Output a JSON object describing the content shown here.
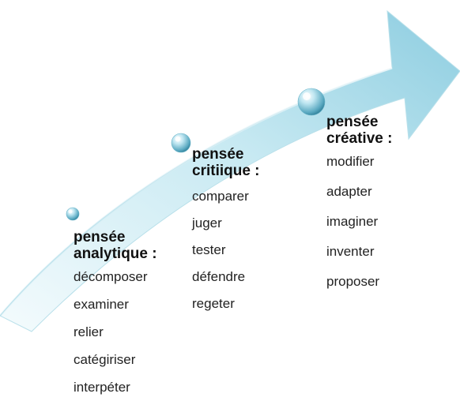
{
  "diagram": {
    "stages": [
      {
        "title_line1": "pensée",
        "title_line2": "analytique :",
        "items": [
          "décomposer",
          "examiner",
          "relier",
          "catégiriser",
          "interpéter"
        ]
      },
      {
        "title_line1": "pensée",
        "title_line2": "critiique :",
        "items": [
          "comparer",
          "juger",
          "tester",
          "défendre",
          "regeter"
        ]
      },
      {
        "title_line1": "pensée",
        "title_line2": "créative :",
        "items": [
          "modifier",
          "adapter",
          "imaginer",
          "inventer",
          "proposer"
        ]
      }
    ],
    "colors": {
      "arrow_light": "#eaf7fb",
      "arrow_mid": "#b6e2ee",
      "arrow_dark": "#7fc7da",
      "bead_highlight": "#ffffff",
      "bead_dark": "#2f7f98"
    },
    "icons": [
      "curved-arrow",
      "bead-marker"
    ]
  }
}
